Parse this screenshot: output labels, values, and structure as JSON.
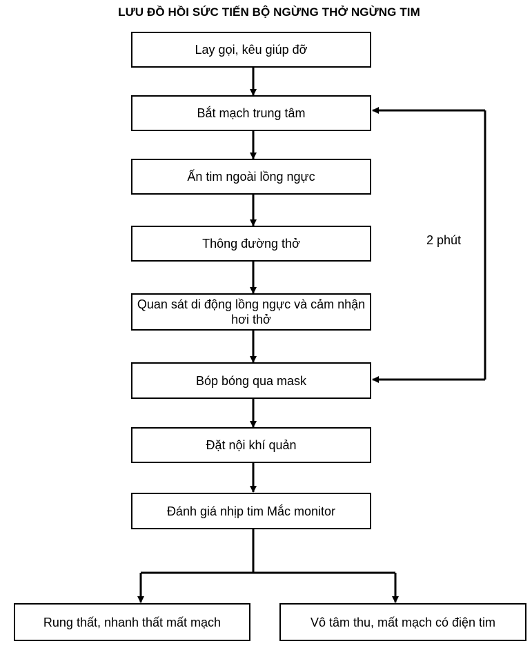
{
  "title": "LƯU ĐỒ HỒI SỨC TIẾN BỘ NGỪNG THỞ NGỪNG TIM",
  "steps": [
    "Lay gọi, kêu giúp đỡ",
    "Bắt mạch trung tâm",
    "Ấn tim ngoài lồng ngực",
    "Thông đường thở",
    "Quan sát di động lồng ngực và cảm nhận hơi thở",
    "Bóp bóng qua mask",
    "Đặt nội khí quản",
    "Đánh giá nhịp tim Mắc monitor"
  ],
  "branches": [
    "Rung thất, nhanh thất mất mạch",
    "Vô tâm thu, mất mạch có điện tim"
  ],
  "loop_label": "2 phút"
}
